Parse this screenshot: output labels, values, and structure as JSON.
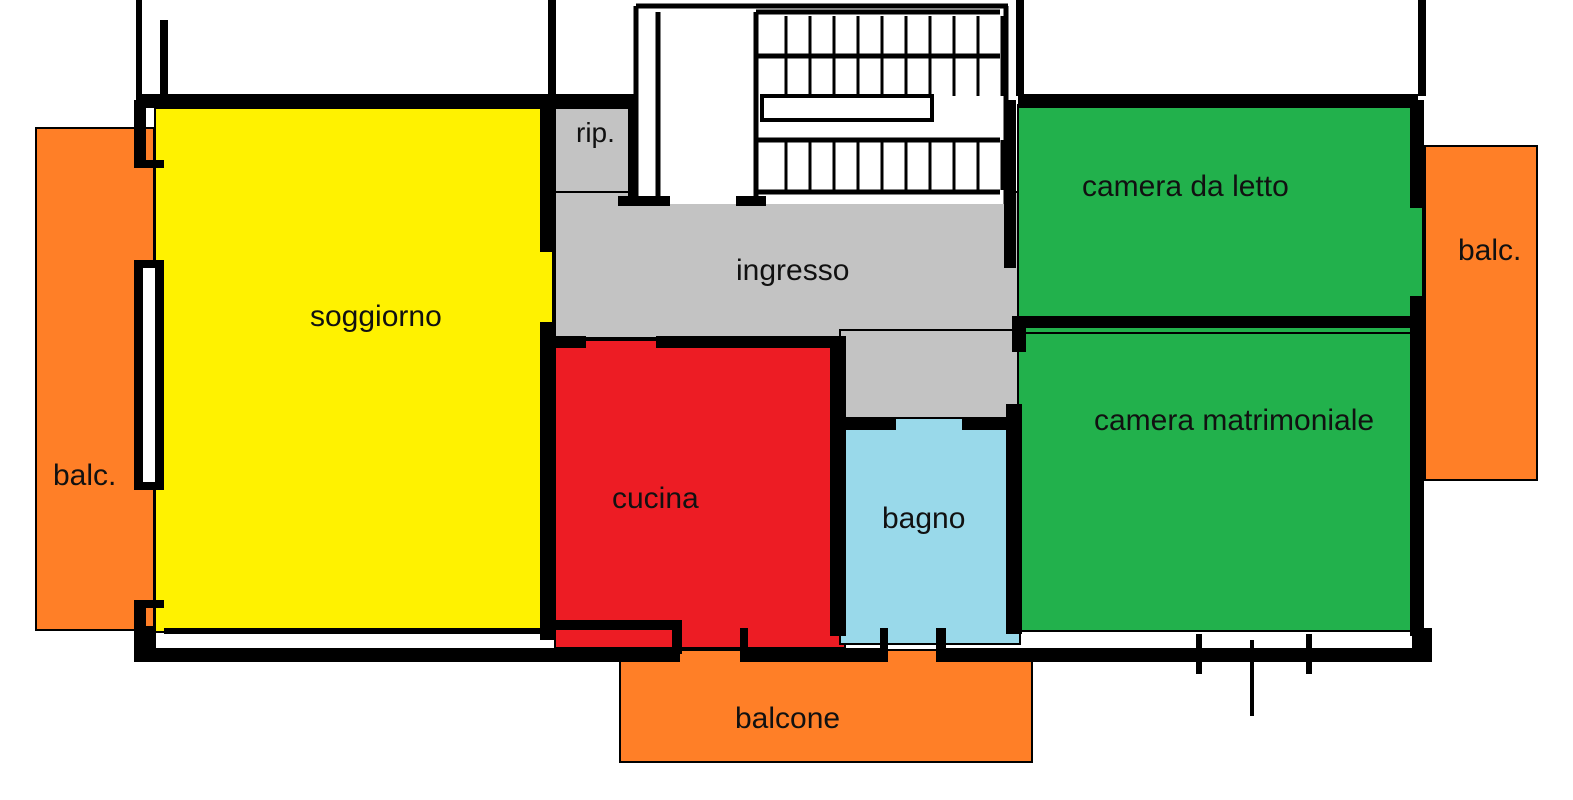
{
  "colors": {
    "living": "#fff200",
    "kitchen": "#ed1c24",
    "bathroom": "#99d9ea",
    "bedroom": "#22b14c",
    "balcony": "#ff7f27",
    "hall": "#c3c3c3",
    "wall": "#000000"
  },
  "rooms": {
    "rip": "rip.",
    "ingresso": "ingresso",
    "soggiorno": "soggiorno",
    "cucina": "cucina",
    "bagno": "bagno",
    "camera_letto": "camera da letto",
    "camera_matrimoniale": "camera matrimoniale",
    "balc_left": "balc.",
    "balc_right": "balc.",
    "balcone": "balcone"
  }
}
